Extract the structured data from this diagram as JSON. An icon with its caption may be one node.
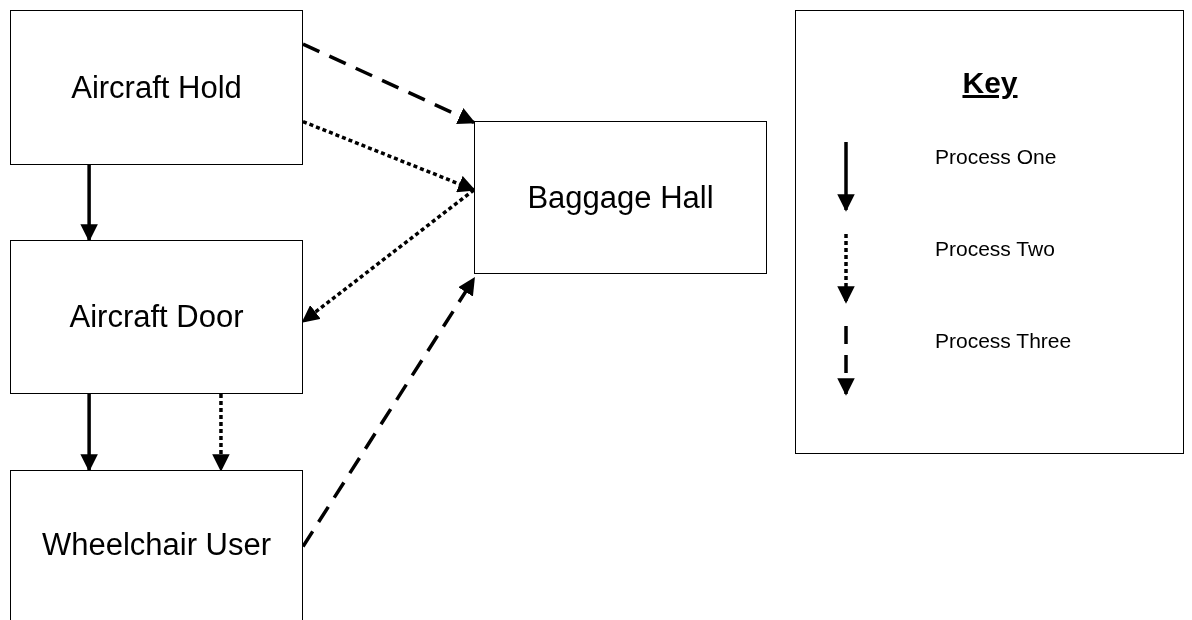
{
  "diagram": {
    "nodes": [
      {
        "text": [
          "Aircraft Hold"
        ]
      },
      {
        "text": [
          "Baggage Hall"
        ]
      },
      {
        "text": [
          "Aircraft Door"
        ]
      },
      {
        "text": [
          "Wheelchair User"
        ]
      }
    ],
    "edges": [
      {
        "from": 0,
        "to": 1,
        "arrow": "to",
        "style": "dashed"
      },
      {
        "from": 0,
        "to": 1,
        "arrow": "to",
        "style": "dashed"
      },
      {
        "from": 1,
        "to": 2,
        "arrow": "to",
        "style": "dashed"
      },
      {
        "from": 3,
        "to": 1,
        "arrow": "to",
        "style": "dashed"
      },
      {
        "from": 0,
        "to": 2,
        "arrow": "to"
      },
      {
        "from": 2,
        "to": 3,
        "arrow": "to"
      },
      {
        "from": 2,
        "to": 3,
        "arrow": "to",
        "style": "dashed"
      }
    ],
    "labels": [
      "Key"
    ],
    "legend": [
      {
        "text": "Process One"
      },
      {
        "text": "Process Two"
      },
      {
        "text": "Process Three"
      }
    ]
  }
}
